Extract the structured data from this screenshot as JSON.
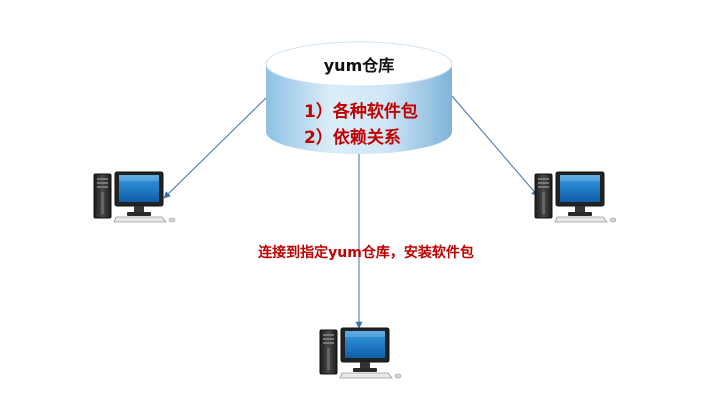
{
  "repository": {
    "title": "yum仓库",
    "features": [
      "1）各种软件包",
      "2）依赖关系"
    ]
  },
  "connection_label": "连接到指定yum仓库，安装软件包",
  "nodes": [
    {
      "icon": "desktop-computer-icon",
      "role": "client-left"
    },
    {
      "icon": "desktop-computer-icon",
      "role": "client-right"
    },
    {
      "icon": "desktop-computer-icon",
      "role": "client-bottom"
    }
  ],
  "colors": {
    "cylinder_top": "#ffffff",
    "cylinder_body_light": "#d4ebf8",
    "cylinder_body_dark": "#7fb6dc",
    "feature_text": "#c00000",
    "connector_line": "#3f6fa8",
    "tower": "#2b2b2b",
    "monitor_frame": "#222222",
    "screen": "#1b6fb8"
  }
}
